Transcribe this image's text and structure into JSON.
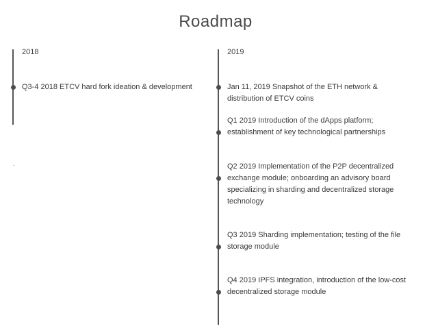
{
  "page": {
    "title": "Roadmap"
  },
  "timeline": {
    "col2018": {
      "year": "2018",
      "events": [
        {
          "text": "Q3-4 2018 ETCV hard fork ideation & development"
        }
      ]
    },
    "col2019": {
      "year": "2019",
      "events": [
        {
          "text": "Jan 11, 2019 Snapshot of the ETH network & distribution of ETCV coins"
        },
        {
          "text": "Q1 2019 Introduction of the dApps platform; establishment of key technological partnerships"
        },
        {
          "text": "Q2 2019 Implementation of the P2P decentralized exchange module; onboarding an advisory board specializing in sharding and decentralized storage technology"
        },
        {
          "text": "Q3 2019 Sharding implementation; testing of the file storage module"
        },
        {
          "text": "Q4 2019 IPFS integration, introduction of the low-cost decentralized storage module"
        }
      ]
    }
  }
}
